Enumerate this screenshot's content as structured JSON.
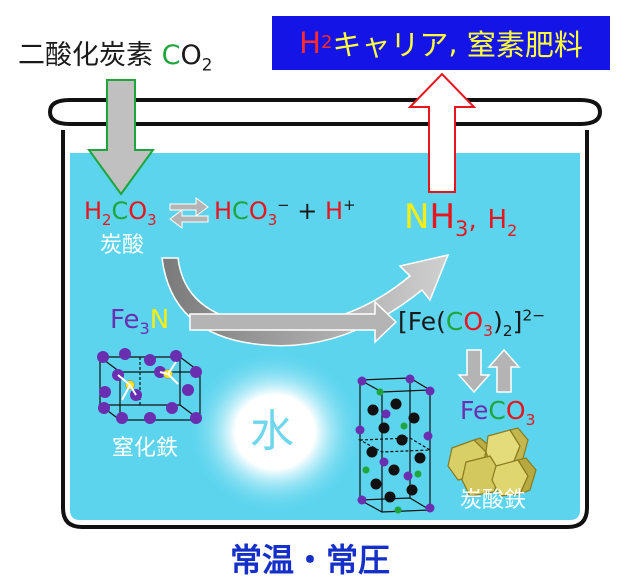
{
  "top_left_label": {
    "text": "二酸化炭素",
    "formula_c": "C",
    "formula_o": "O",
    "formula_sub": "2"
  },
  "banner": {
    "h": "H",
    "h_sub": "2",
    "carrier": "キャリア",
    "comma": ",",
    "fertilizer": "窒素肥料"
  },
  "carbonic": {
    "h": "H",
    "h_sub": "2",
    "c": "C",
    "o": "O",
    "o_sub": "3",
    "arrow_sep": "⇄",
    "bicarb_h": "H",
    "bicarb_c": "C",
    "bicarb_o": "O",
    "bicarb_sub": "3",
    "bicarb_sup": "−",
    "plus": "+",
    "proton": "H",
    "proton_sup": "+",
    "name": "炭酸"
  },
  "products": {
    "n": "N",
    "h": "H",
    "h_sub": "3",
    "comma": ",",
    "h2": "H",
    "h2_sub": "2"
  },
  "iron_nitride": {
    "fe": "Fe",
    "fe_sub": "3",
    "n": "N",
    "name": "窒化鉄"
  },
  "complex": {
    "open": "[Fe(",
    "c": "C",
    "o": "O",
    "o_sub": "3",
    "close": ")",
    "close_sub": "2",
    "bracket": "]",
    "sup": "2−"
  },
  "siderite": {
    "fe": "Fe",
    "c": "C",
    "o": "O",
    "o_sub": "3",
    "name": "炭酸鉄"
  },
  "water": {
    "text": "水"
  },
  "footer": {
    "text": "常温・常圧"
  },
  "colors": {
    "water": "#5cd4ee",
    "banner_bg": "#1414e6",
    "footer": "#1530c8",
    "arrow_gray": "#b4b4b4"
  }
}
